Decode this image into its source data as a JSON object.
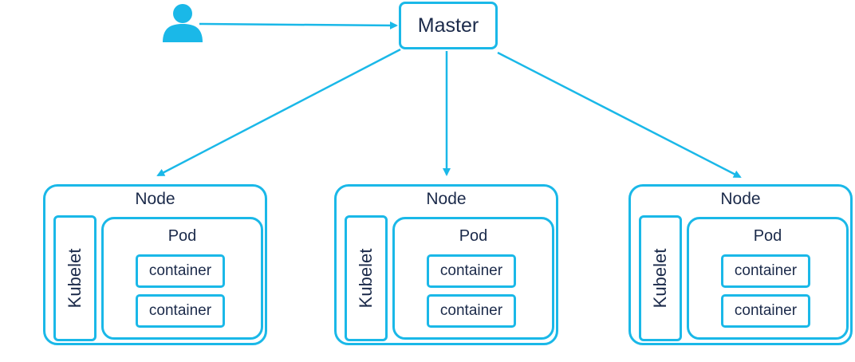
{
  "master": {
    "label": "Master"
  },
  "nodes": [
    {
      "label": "Node",
      "kubelet": "Kubelet",
      "pod": {
        "label": "Pod",
        "containers": [
          "container",
          "container"
        ]
      }
    },
    {
      "label": "Node",
      "kubelet": "Kubelet",
      "pod": {
        "label": "Pod",
        "containers": [
          "container",
          "container"
        ]
      }
    },
    {
      "label": "Node",
      "kubelet": "Kubelet",
      "pod": {
        "label": "Pod",
        "containers": [
          "container",
          "container"
        ]
      }
    }
  ],
  "icons": {
    "user": "user-icon"
  },
  "colors": {
    "accent": "#1ab8e8",
    "text": "#1b2a4a"
  }
}
